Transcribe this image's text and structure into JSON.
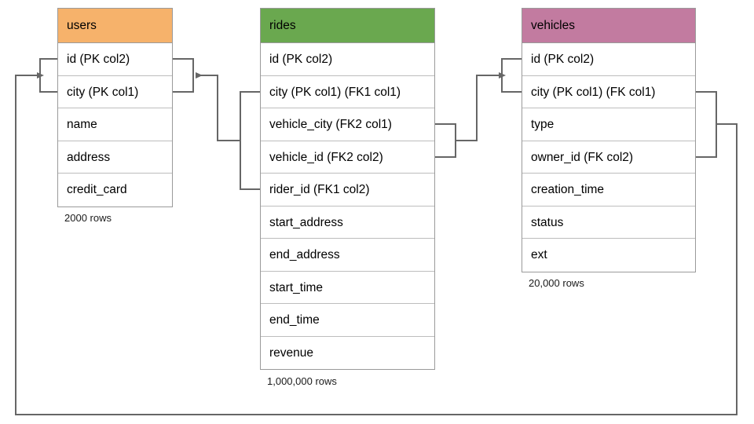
{
  "diagram": {
    "kind": "entity-relationship-diagram",
    "line_color": "#666666",
    "border_color": "#9a9a9a",
    "row_divider_color": "#bdbdbd",
    "background": "#ffffff"
  },
  "tables": [
    {
      "name": "users",
      "header_color": "#f6b26b",
      "row_count_label": "2000 rows",
      "fields": [
        {
          "label": "id (PK col2)"
        },
        {
          "label": "city (PK col1)"
        },
        {
          "label": "name"
        },
        {
          "label": "address"
        },
        {
          "label": "credit_card"
        }
      ]
    },
    {
      "name": "rides",
      "header_color": "#6aa84f",
      "row_count_label": "1,000,000 rows",
      "fields": [
        {
          "label": "id (PK col2)"
        },
        {
          "label": "city (PK col1) (FK1 col1)"
        },
        {
          "label": "vehicle_city (FK2 col1)"
        },
        {
          "label": "vehicle_id (FK2 col2)"
        },
        {
          "label": "rider_id (FK1 col2)"
        },
        {
          "label": "start_address"
        },
        {
          "label": "end_address"
        },
        {
          "label": "start_time"
        },
        {
          "label": "end_time"
        },
        {
          "label": "revenue"
        }
      ]
    },
    {
      "name": "vehicles",
      "header_color": "#c27ba0",
      "row_count_label": "20,000 rows",
      "fields": [
        {
          "label": "id (PK col2)"
        },
        {
          "label": "city (PK col1) (FK col1)"
        },
        {
          "label": "type"
        },
        {
          "label": "owner_id (FK col2)"
        },
        {
          "label": "creation_time"
        },
        {
          "label": "status"
        },
        {
          "label": "ext"
        }
      ]
    }
  ],
  "relationships": [
    {
      "name": "rides-to-users",
      "from_table": "rides",
      "from_fields": [
        "city (PK col1) (FK1 col1)",
        "rider_id (FK1 col2)"
      ],
      "to_table": "users",
      "to_fields": [
        "id (PK col2)",
        "city (PK col1)"
      ],
      "arrow_direction": "left"
    },
    {
      "name": "rides-to-vehicles",
      "from_table": "rides",
      "from_fields": [
        "vehicle_city (FK2 col1)",
        "vehicle_id (FK2 col2)"
      ],
      "to_table": "vehicles",
      "to_fields": [
        "id (PK col2)",
        "city (PK col1) (FK col1)"
      ],
      "arrow_direction": "right"
    },
    {
      "name": "vehicles-to-users",
      "from_table": "vehicles",
      "from_fields": [
        "city (PK col1) (FK col1)",
        "owner_id (FK col2)"
      ],
      "to_table": "users",
      "to_fields": [
        "id (PK col2)",
        "city (PK col1)"
      ],
      "arrow_direction": "right"
    }
  ]
}
